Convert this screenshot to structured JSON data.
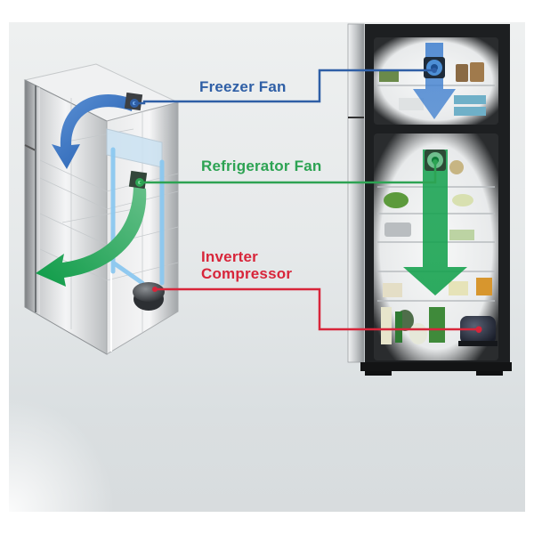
{
  "diagram": {
    "labels": {
      "freezer_fan": "Freezer Fan",
      "refrigerator_fan": "Refrigerator Fan",
      "inverter_compressor_line1": "Inverter",
      "inverter_compressor_line2": "Compressor"
    },
    "colors": {
      "freezer": "#2f5fa6",
      "refrigerator": "#2da353",
      "compressor": "#d8253a",
      "coolant_pipe": "#8cc8f0",
      "background": "#e6e9ea"
    },
    "components": [
      {
        "name": "Freezer Fan",
        "color": "#2f5fa6",
        "icon": "fan-icon"
      },
      {
        "name": "Refrigerator Fan",
        "color": "#2da353",
        "icon": "fan-icon"
      },
      {
        "name": "Inverter Compressor",
        "color": "#d8253a",
        "icon": "compressor-icon"
      }
    ],
    "illustrations": [
      "cutaway-fridge-3d",
      "open-fridge-front-view"
    ]
  }
}
